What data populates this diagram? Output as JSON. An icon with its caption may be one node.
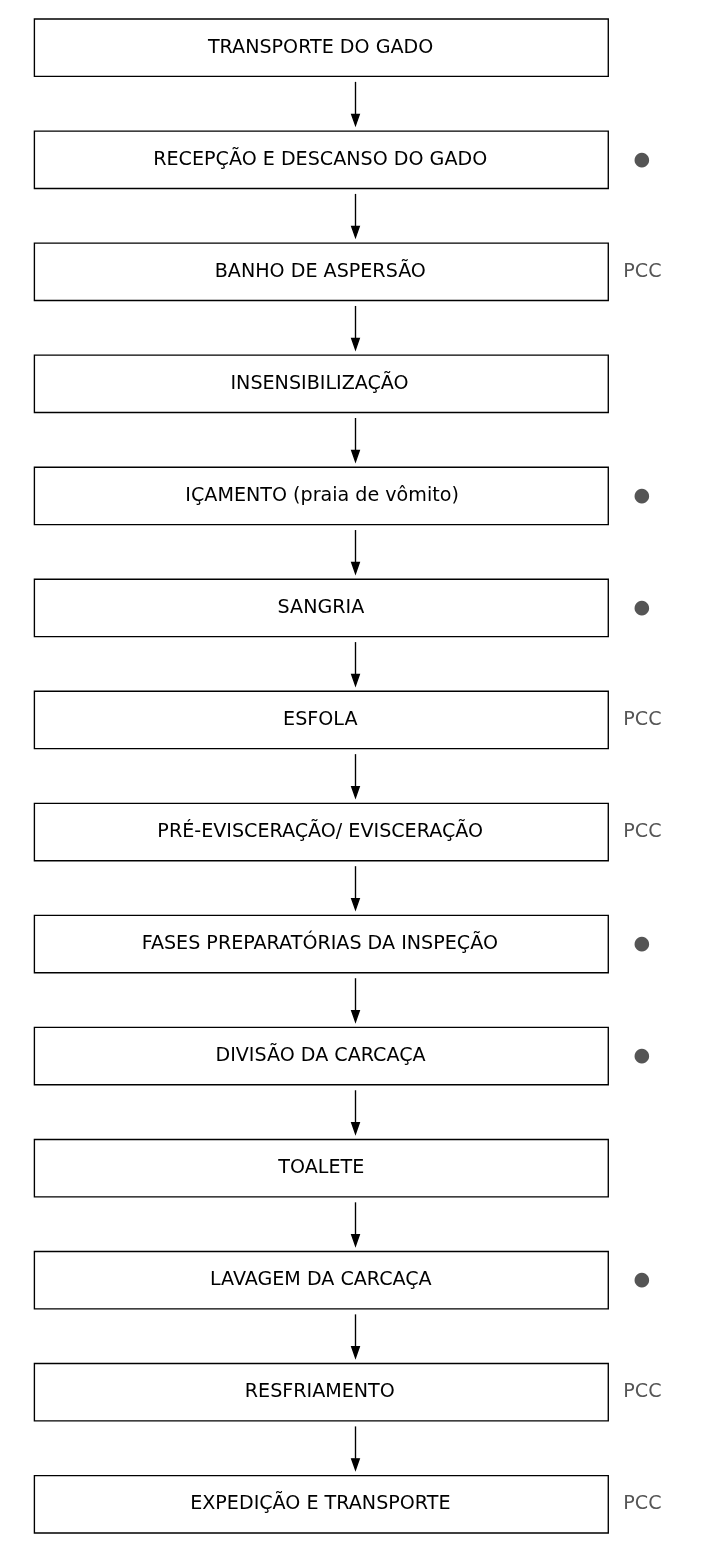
{
  "diagram": {
    "nodes": [
      {
        "text": [
          "TRANSPORTE DO GADO"
        ]
      },
      {
        "text": [
          "RECEPÇÃO E DESCANSO DO GADO"
        ],
        "beside": [
          "●"
        ]
      },
      {
        "text": [
          "BANHO DE ASPERSÃO"
        ],
        "beside": [
          "PCC"
        ]
      },
      {
        "text": [
          "INSENSIBILIZAÇÃO"
        ]
      },
      {
        "text": [
          "IÇAMENTO (praia de vômito)"
        ],
        "beside": [
          "●"
        ]
      },
      {
        "text": [
          "SANGRIA"
        ],
        "beside": [
          "●"
        ]
      },
      {
        "text": [
          "ESFOLA"
        ],
        "beside": [
          "PCC"
        ]
      },
      {
        "text": [
          "PRÉ-EVISCERAÇÃO/ EVISCERAÇÃO"
        ],
        "beside": [
          "PCC"
        ]
      },
      {
        "text": [
          "FASES PREPARATÓRIAS DA INSPEÇÃO"
        ],
        "beside": [
          "●"
        ]
      },
      {
        "text": [
          "DIVISÃO DA CARCAÇA"
        ],
        "beside": [
          "●"
        ]
      },
      {
        "text": [
          "TOALETE"
        ]
      },
      {
        "text": [
          "LAVAGEM DA CARCAÇA"
        ],
        "beside": [
          "●"
        ]
      },
      {
        "text": [
          "RESFRIAMENTO"
        ],
        "beside": [
          "PCC"
        ]
      },
      {
        "text": [
          "EXPEDIÇÃO E TRANSPORTE"
        ],
        "beside": [
          "PCC"
        ]
      }
    ],
    "edges": [
      {
        "from": 0,
        "to": 1,
        "arrow": "to"
      },
      {
        "from": 1,
        "to": 2,
        "arrow": "to"
      },
      {
        "from": 2,
        "to": 3,
        "arrow": "to"
      },
      {
        "from": 3,
        "to": 4,
        "arrow": "to"
      },
      {
        "from": 4,
        "to": 5,
        "arrow": "to"
      },
      {
        "from": 5,
        "to": 6,
        "arrow": "to"
      },
      {
        "from": 6,
        "to": 7,
        "arrow": "to"
      },
      {
        "from": 7,
        "to": 8,
        "arrow": "to"
      },
      {
        "from": 8,
        "to": 9,
        "arrow": "to"
      },
      {
        "from": 9,
        "to": 10,
        "arrow": "to"
      },
      {
        "from": 10,
        "to": 11,
        "arrow": "to"
      },
      {
        "from": 11,
        "to": 12,
        "arrow": "to"
      },
      {
        "from": 12,
        "to": 13,
        "arrow": "to"
      }
    ]
  }
}
